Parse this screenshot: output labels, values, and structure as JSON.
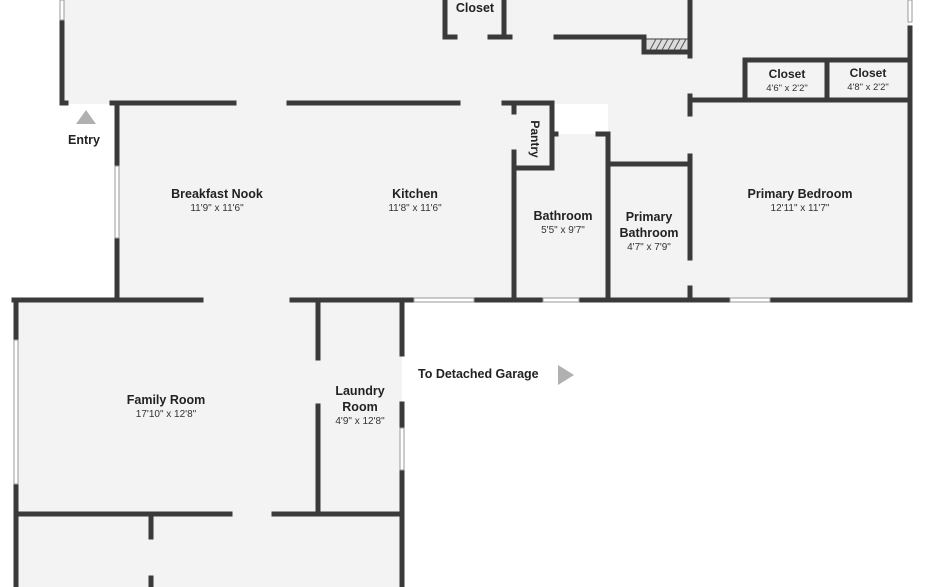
{
  "rooms": {
    "closet_top": {
      "name": "Closet"
    },
    "entry": {
      "name": "Entry"
    },
    "breakfast_nook": {
      "name": "Breakfast Nook",
      "dims": "11'9\" x 11'6\""
    },
    "kitchen": {
      "name": "Kitchen",
      "dims": "11'8\" x 11'6\""
    },
    "pantry": {
      "name": "Pantry"
    },
    "bathroom": {
      "name": "Bathroom",
      "dims": "5'5\" x 9'7\""
    },
    "primary_bathroom": {
      "name_line1": "Primary",
      "name_line2": "Bathroom",
      "dims": "4'7\" x 7'9\""
    },
    "primary_bedroom": {
      "name": "Primary Bedroom",
      "dims": "12'11\" x 11'7\""
    },
    "closet_left": {
      "name": "Closet",
      "dims": "4'6\" x 2'2\""
    },
    "closet_right": {
      "name": "Closet",
      "dims": "4'8\" x 2'2\""
    },
    "family_room": {
      "name": "Family Room",
      "dims": "17'10\" x 12'8\""
    },
    "laundry_room": {
      "name_line1": "Laundry",
      "name_line2": "Room",
      "dims": "4'9\" x 12'8\""
    }
  },
  "annotations": {
    "garage": "To Detached Garage"
  },
  "colors": {
    "wall": "#3a3a3a",
    "floor": "#f3f3f3",
    "marker": "#b0b0b0"
  }
}
